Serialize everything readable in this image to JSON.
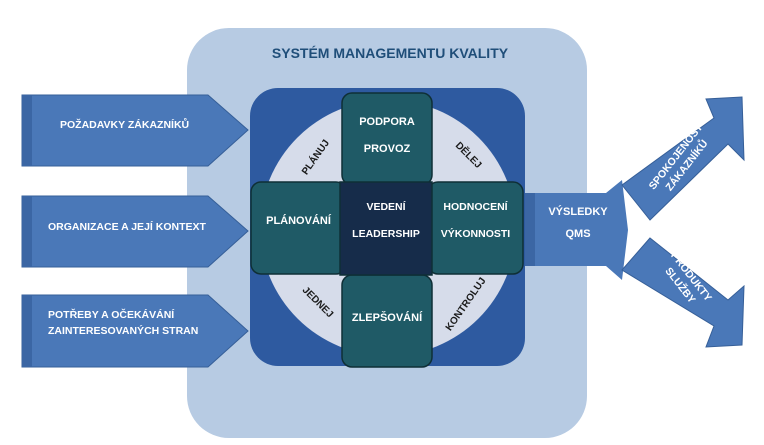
{
  "title": "SYSTÉM MANAGEMENTU KVALITY",
  "inputs": [
    "POŽADAVKY ZÁKAZNÍKŮ",
    "ORGANIZACE A JEJÍ KONTEXT",
    "POTŘEBY A OČEKÁVÁNÍ ZAINTERESOVANÝCH STRAN"
  ],
  "inputs_lines": {
    "third_line1": "POTŘEBY A OČEKÁVÁNÍ",
    "third_line2": "ZAINTERESOVANÝCH STRAN"
  },
  "center": {
    "line1": "VEDENÍ",
    "line2": "LEADERSHIP"
  },
  "top": {
    "line1": "PODPORA",
    "line2": "PROVOZ"
  },
  "left": "PLÁNOVÁNÍ",
  "right": {
    "line1": "HODNOCENÍ",
    "line2": "VÝKONNOSTI"
  },
  "bottom": "ZLEPŠOVÁNÍ",
  "cycle": {
    "plan": "PLÁNUJ",
    "do": "DĚLEJ",
    "check": "KONTROLUJ",
    "act": "JEDNEJ"
  },
  "output": {
    "line1": "VÝSLEDKY",
    "line2": "QMS"
  },
  "output_branches": {
    "upper_line1": "SPOKOJENOST",
    "upper_line2": "ZÁKAZNÍKŮ",
    "lower_line1": "PRODUKTY",
    "lower_line2": "SLUŽBY"
  },
  "colors": {
    "outer_box": "#b7cbe3",
    "inner_box": "#2e5aa0",
    "circle": "#d6dcea",
    "teal": "#1f5a66",
    "center": "#162c4a",
    "arrow": "#4a78b8"
  }
}
